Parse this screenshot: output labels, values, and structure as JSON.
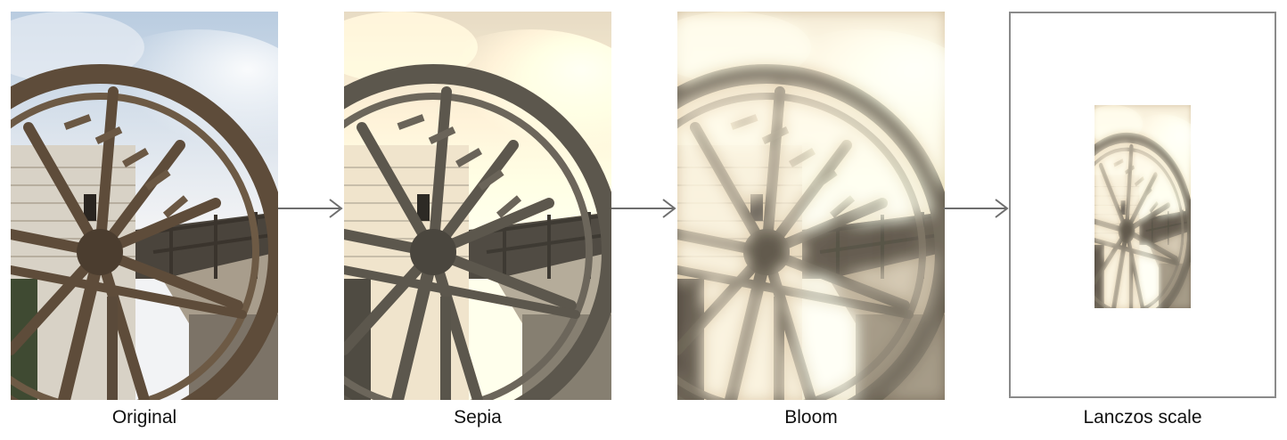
{
  "stages": [
    {
      "caption": "Original",
      "filter": "none"
    },
    {
      "caption": "Sepia",
      "filter": "sepia"
    },
    {
      "caption": "Bloom",
      "filter": "sepia + bloom"
    },
    {
      "caption": "Lanczos scale",
      "filter": "sepia + bloom + scale"
    }
  ],
  "colors": {
    "arrow": "#6e6e6e",
    "frame_border": "#8a8a8a",
    "caption_text": "#111111"
  },
  "icons": {
    "flow_arrow": "right-arrow-icon"
  }
}
